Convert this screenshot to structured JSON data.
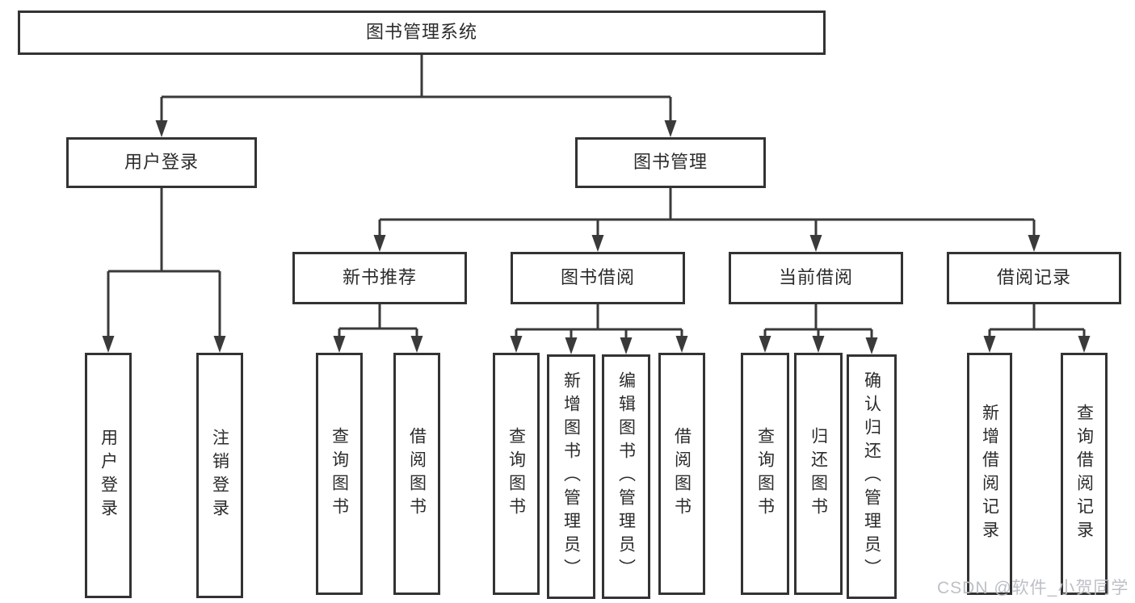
{
  "diagram": {
    "root_label": "图书管理系统",
    "level2": [
      {
        "label": "用户登录"
      },
      {
        "label": "图书管理"
      }
    ],
    "level3": [
      {
        "label": "新书推荐"
      },
      {
        "label": "图书借阅"
      },
      {
        "label": "当前借阅"
      },
      {
        "label": "借阅记录"
      }
    ],
    "leaves": {
      "user_login": [
        "用户登录",
        "注销登录"
      ],
      "new_book": [
        "查询图书",
        "借阅图书"
      ],
      "borrow": [
        "查询图书",
        "新增图书（管理员）",
        "编辑图书（管理员）",
        "借阅图书"
      ],
      "current": [
        "查询图书",
        "归还图书",
        "确认归还（管理员）"
      ],
      "records": [
        "新增借阅记录",
        "查询借阅记录"
      ]
    }
  },
  "watermark": "CSDN @软件_小贺同学",
  "colors": {
    "line": "#3a3a3a",
    "border": "#333333",
    "text": "#2b2b2b",
    "watermark": "#bcc0c6"
  }
}
